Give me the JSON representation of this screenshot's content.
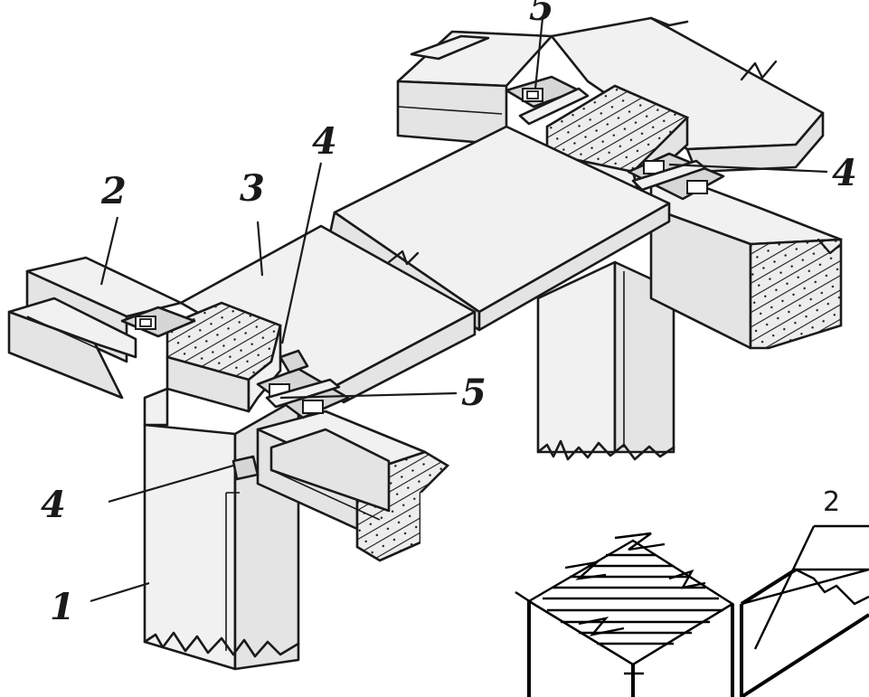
{
  "labels": {
    "column": "1",
    "crossbar": "2",
    "slab": "3",
    "embedded_part_left": "4",
    "embedded_part_mid": "4",
    "embedded_part_right": "4",
    "weld_plate_mid": "5",
    "weld_plate_top": "5",
    "inset_crossbar": "2"
  }
}
